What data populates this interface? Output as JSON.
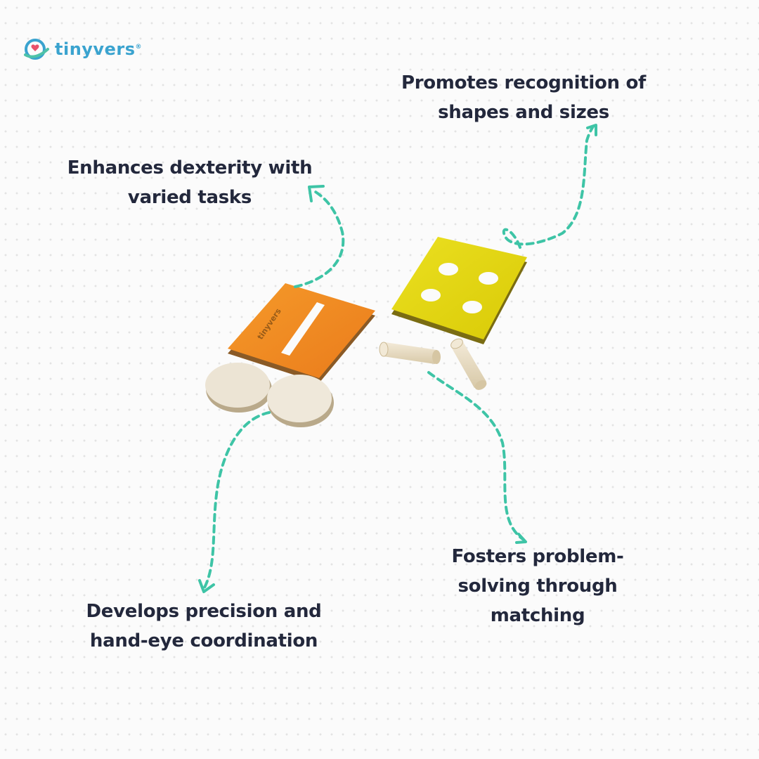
{
  "brand": {
    "name": "tinyvers",
    "registered_mark": "®",
    "board_engraving": "tinyvers",
    "colors": {
      "brand_blue": "#3aa3cf",
      "arrow_teal": "#3ec4a6",
      "text_dark": "#23283c",
      "orange_board": "#f0891f",
      "yellow_board": "#e2d60d",
      "wood": "#ece4d4"
    }
  },
  "features": [
    {
      "id": "dexterity",
      "text": "Enhances dexterity with\nvaried tasks"
    },
    {
      "id": "recognition",
      "text": "Promotes recognition of\nshapes and sizes"
    },
    {
      "id": "precision",
      "text": "Develops precision and\nhand-eye coordination"
    },
    {
      "id": "problem",
      "text": "Fosters problem-\nsolving through\nmatching"
    }
  ],
  "product_pieces": [
    {
      "name": "orange-square-board",
      "feature": "single rectangular slot"
    },
    {
      "name": "yellow-square-board",
      "feature": "four round holes"
    },
    {
      "name": "wooden-disc",
      "count": 2
    },
    {
      "name": "wooden-peg",
      "count": 2
    }
  ]
}
